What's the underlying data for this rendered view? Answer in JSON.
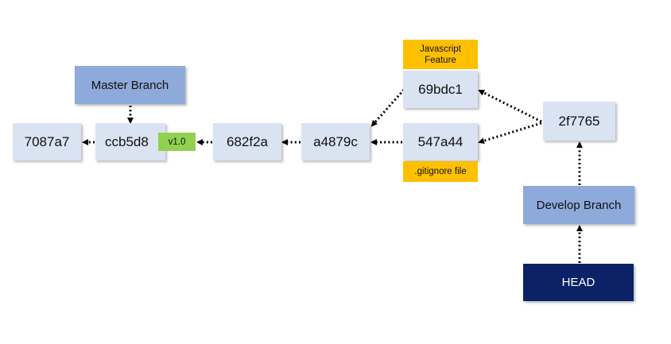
{
  "commits": {
    "c7087a7": "7087a7",
    "ccb5d8": "ccb5d8",
    "c682f2a": "682f2a",
    "a4879c": "a4879c",
    "c69bdc1": "69bdc1",
    "c547a44": "547a44",
    "c2f7765": "2f7765"
  },
  "branches": {
    "master": "Master Branch",
    "develop": "Develop Branch"
  },
  "head": "HEAD",
  "tag": "v1.0",
  "notes": {
    "javascript": "Javascript Feature",
    "gitignore": ".gitignore file"
  },
  "colors": {
    "commit": "#dae3f2",
    "branch": "#8eaadb",
    "head": "#0b2266",
    "note": "#ffc000",
    "tag": "#92d050",
    "arrow": "#000000"
  }
}
